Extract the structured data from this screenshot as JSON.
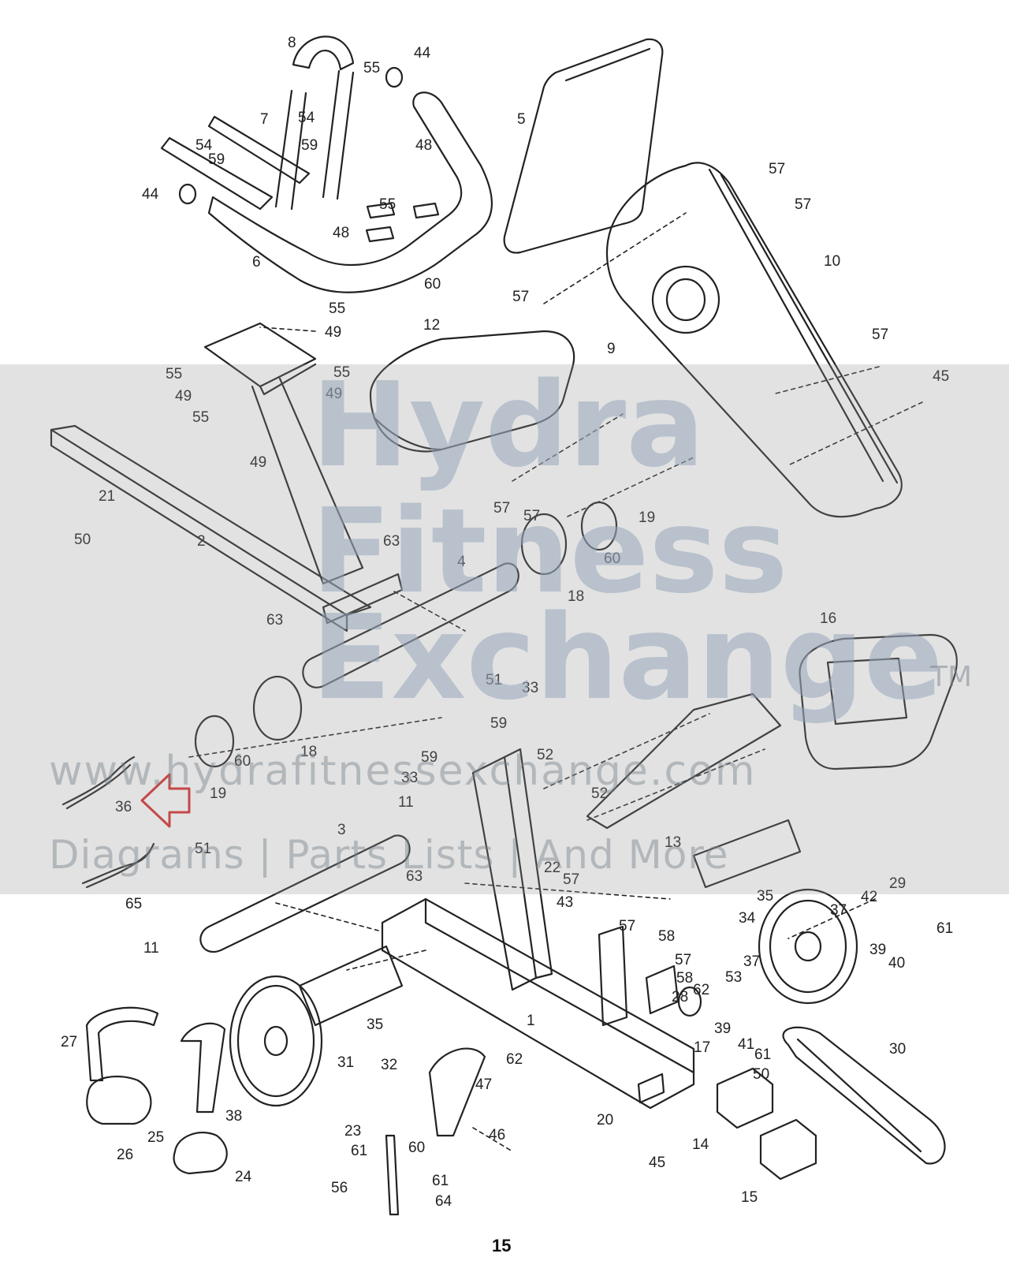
{
  "page_number": "15",
  "watermark": {
    "line1": "Hydra",
    "line2": "Fitness",
    "line3": "Exchange",
    "trademark": "TM",
    "url": "www.hydrafitnessexchange.com",
    "tagline": "Diagrams | Parts Lists | And More"
  },
  "colors": {
    "line": "#222222",
    "highlight_arrow": "#d62a2a"
  },
  "highlighted_part": "36",
  "callouts": [
    {
      "id": "c1",
      "label": "1"
    },
    {
      "id": "c2",
      "label": "2"
    },
    {
      "id": "c3",
      "label": "3"
    },
    {
      "id": "c4",
      "label": "4"
    },
    {
      "id": "c5",
      "label": "5"
    },
    {
      "id": "c6",
      "label": "6"
    },
    {
      "id": "c7",
      "label": "7"
    },
    {
      "id": "c8",
      "label": "8"
    },
    {
      "id": "c9",
      "label": "9"
    },
    {
      "id": "c10",
      "label": "10"
    },
    {
      "id": "c11a",
      "label": "11"
    },
    {
      "id": "c11b",
      "label": "11"
    },
    {
      "id": "c12",
      "label": "12"
    },
    {
      "id": "c13",
      "label": "13"
    },
    {
      "id": "c14",
      "label": "14"
    },
    {
      "id": "c15",
      "label": "15"
    },
    {
      "id": "c16",
      "label": "16"
    },
    {
      "id": "c17",
      "label": "17"
    },
    {
      "id": "c18a",
      "label": "18"
    },
    {
      "id": "c18b",
      "label": "18"
    },
    {
      "id": "c19a",
      "label": "19"
    },
    {
      "id": "c19b",
      "label": "19"
    },
    {
      "id": "c20",
      "label": "20"
    },
    {
      "id": "c21",
      "label": "21"
    },
    {
      "id": "c22",
      "label": "22"
    },
    {
      "id": "c23",
      "label": "23"
    },
    {
      "id": "c24",
      "label": "24"
    },
    {
      "id": "c25",
      "label": "25"
    },
    {
      "id": "c26",
      "label": "26"
    },
    {
      "id": "c27",
      "label": "27"
    },
    {
      "id": "c28",
      "label": "28"
    },
    {
      "id": "c29",
      "label": "29"
    },
    {
      "id": "c30",
      "label": "30"
    },
    {
      "id": "c31",
      "label": "31"
    },
    {
      "id": "c32",
      "label": "32"
    },
    {
      "id": "c33a",
      "label": "33"
    },
    {
      "id": "c33b",
      "label": "33"
    },
    {
      "id": "c34",
      "label": "34"
    },
    {
      "id": "c35a",
      "label": "35"
    },
    {
      "id": "c35b",
      "label": "35"
    },
    {
      "id": "c36",
      "label": "36"
    },
    {
      "id": "c37a",
      "label": "37"
    },
    {
      "id": "c37b",
      "label": "37"
    },
    {
      "id": "c38",
      "label": "38"
    },
    {
      "id": "c39a",
      "label": "39"
    },
    {
      "id": "c39b",
      "label": "39"
    },
    {
      "id": "c40",
      "label": "40"
    },
    {
      "id": "c41",
      "label": "41"
    },
    {
      "id": "c42",
      "label": "42"
    },
    {
      "id": "c43",
      "label": "43"
    },
    {
      "id": "c44a",
      "label": "44"
    },
    {
      "id": "c44b",
      "label": "44"
    },
    {
      "id": "c45a",
      "label": "45"
    },
    {
      "id": "c45b",
      "label": "45"
    },
    {
      "id": "c46",
      "label": "46"
    },
    {
      "id": "c47",
      "label": "47"
    },
    {
      "id": "c48a",
      "label": "48"
    },
    {
      "id": "c48b",
      "label": "48"
    },
    {
      "id": "c49a",
      "label": "49"
    },
    {
      "id": "c49b",
      "label": "49"
    },
    {
      "id": "c49c",
      "label": "49"
    },
    {
      "id": "c49d",
      "label": "49"
    },
    {
      "id": "c50a",
      "label": "50"
    },
    {
      "id": "c50b",
      "label": "50"
    },
    {
      "id": "c51a",
      "label": "51"
    },
    {
      "id": "c51b",
      "label": "51"
    },
    {
      "id": "c52a",
      "label": "52"
    },
    {
      "id": "c52b",
      "label": "52"
    },
    {
      "id": "c53",
      "label": "53"
    },
    {
      "id": "c54a",
      "label": "54"
    },
    {
      "id": "c54b",
      "label": "54"
    },
    {
      "id": "c55a",
      "label": "55"
    },
    {
      "id": "c55b",
      "label": "55"
    },
    {
      "id": "c55c",
      "label": "55"
    },
    {
      "id": "c55d",
      "label": "55"
    },
    {
      "id": "c55e",
      "label": "55"
    },
    {
      "id": "c55f",
      "label": "55"
    },
    {
      "id": "c56",
      "label": "56"
    },
    {
      "id": "c57a",
      "label": "57"
    },
    {
      "id": "c57b",
      "label": "57"
    },
    {
      "id": "c57c",
      "label": "57"
    },
    {
      "id": "c57d",
      "label": "57"
    },
    {
      "id": "c57e",
      "label": "57"
    },
    {
      "id": "c57f",
      "label": "57"
    },
    {
      "id": "c57g",
      "label": "57"
    },
    {
      "id": "c57h",
      "label": "57"
    },
    {
      "id": "c57i",
      "label": "57"
    },
    {
      "id": "c58a",
      "label": "58"
    },
    {
      "id": "c58b",
      "label": "58"
    },
    {
      "id": "c59a",
      "label": "59"
    },
    {
      "id": "c59b",
      "label": "59"
    },
    {
      "id": "c59c",
      "label": "59"
    },
    {
      "id": "c59d",
      "label": "59"
    },
    {
      "id": "c60a",
      "label": "60"
    },
    {
      "id": "c60b",
      "label": "60"
    },
    {
      "id": "c60c",
      "label": "60"
    },
    {
      "id": "c60d",
      "label": "60"
    },
    {
      "id": "c61a",
      "label": "61"
    },
    {
      "id": "c61b",
      "label": "61"
    },
    {
      "id": "c61c",
      "label": "61"
    },
    {
      "id": "c61d",
      "label": "61"
    },
    {
      "id": "c62a",
      "label": "62"
    },
    {
      "id": "c62b",
      "label": "62"
    },
    {
      "id": "c63a",
      "label": "63"
    },
    {
      "id": "c63b",
      "label": "63"
    },
    {
      "id": "c63c",
      "label": "63"
    },
    {
      "id": "c64",
      "label": "64"
    },
    {
      "id": "c65",
      "label": "65"
    }
  ]
}
